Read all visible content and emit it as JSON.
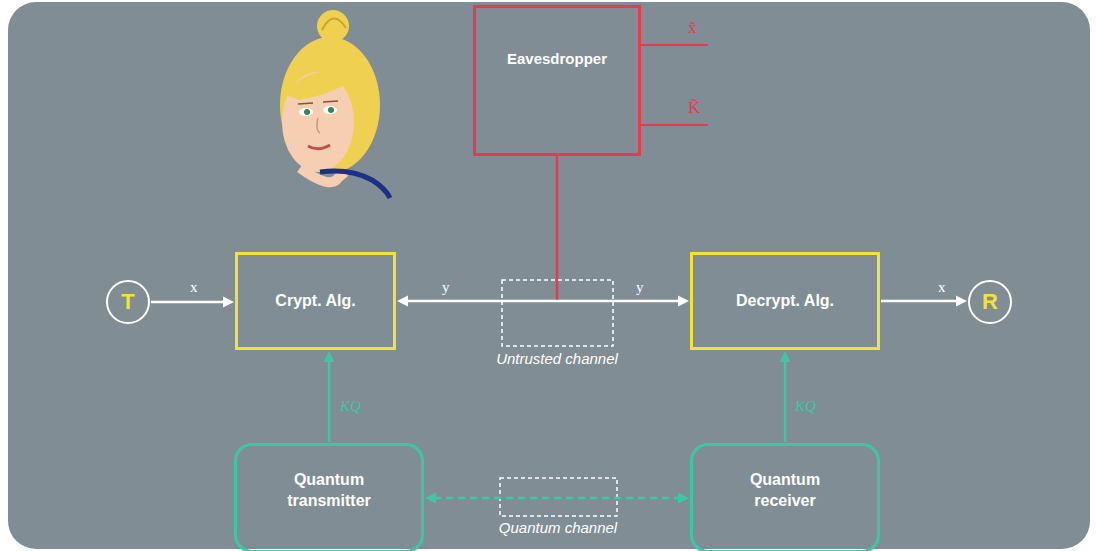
{
  "diagram": {
    "nodes": [
      {
        "text": [
          "Eavesdropper"
        ]
      },
      {
        "text": [
          "T"
        ]
      },
      {
        "text": [
          "Crypt. Alg."
        ]
      },
      {
        "text": [
          "Decrypt. Alg."
        ]
      },
      {
        "text": [
          "R"
        ]
      },
      {
        "text": [
          "Quantum transmitter"
        ]
      },
      {
        "text": [
          "Quantum receiver"
        ]
      }
    ],
    "edges": [
      {
        "from": 1,
        "to": 2,
        "arrow": "to",
        "label": "x"
      },
      {
        "from": 2,
        "to": 3,
        "arrow": "both",
        "label": "y"
      },
      {
        "from": 3,
        "to": 4,
        "arrow": "to",
        "label": "x"
      },
      {
        "from": 5,
        "to": 2,
        "arrow": "to",
        "label": "KQ"
      },
      {
        "from": 6,
        "to": 3,
        "arrow": "to",
        "label": "KQ"
      },
      {
        "from": 5,
        "to": 6,
        "arrow": "both"
      }
    ],
    "labels": [
      "x̃",
      "K̃",
      "y",
      "Untrusted channel",
      "Quantum channel"
    ]
  }
}
